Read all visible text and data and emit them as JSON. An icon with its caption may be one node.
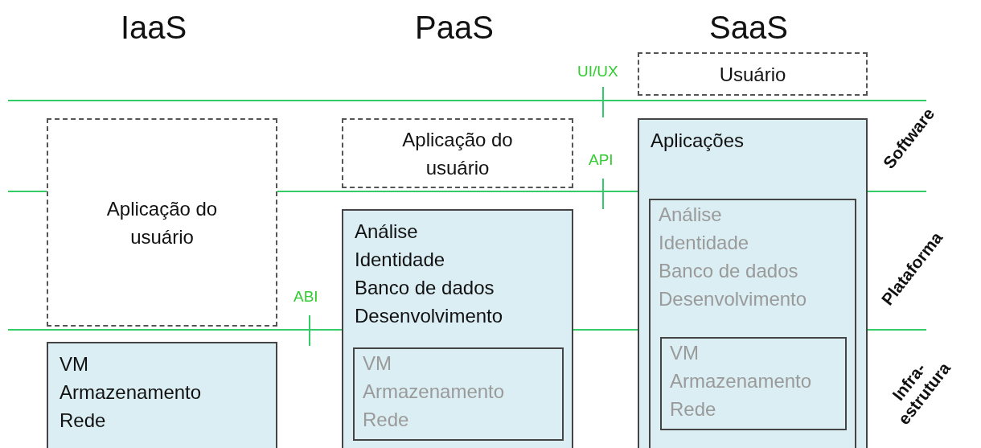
{
  "diagram": {
    "nodes": [
      {
        "text": [
          "Usuário"
        ]
      },
      {
        "text": [
          "Aplicação do usuário"
        ]
      },
      {
        "text": [
          "VM",
          "Armazenamento",
          "Rede"
        ]
      },
      {
        "text": [
          "Aplicação do usuário"
        ]
      },
      {
        "text": [
          "Análise",
          "Identidade",
          "Banco de dados",
          "Desenvolvimento"
        ]
      },
      {
        "text": [
          "VM",
          "Armazenamento",
          "Rede"
        ],
        "in": 4
      },
      {
        "text": [
          "Aplicações"
        ]
      },
      {
        "text": [
          "Análise",
          "Identidade",
          "Banco de dados",
          "Desenvolvimento"
        ],
        "in": 6
      },
      {
        "text": [
          "VM",
          "Armazenamento",
          "Rede"
        ],
        "in": 7
      }
    ],
    "edges": [],
    "labels": [
      "IaaS",
      "PaaS",
      "SaaS",
      "UI/UX",
      "API",
      "ABI",
      "Software",
      "Plataforma",
      "Infra-estrutura"
    ]
  }
}
